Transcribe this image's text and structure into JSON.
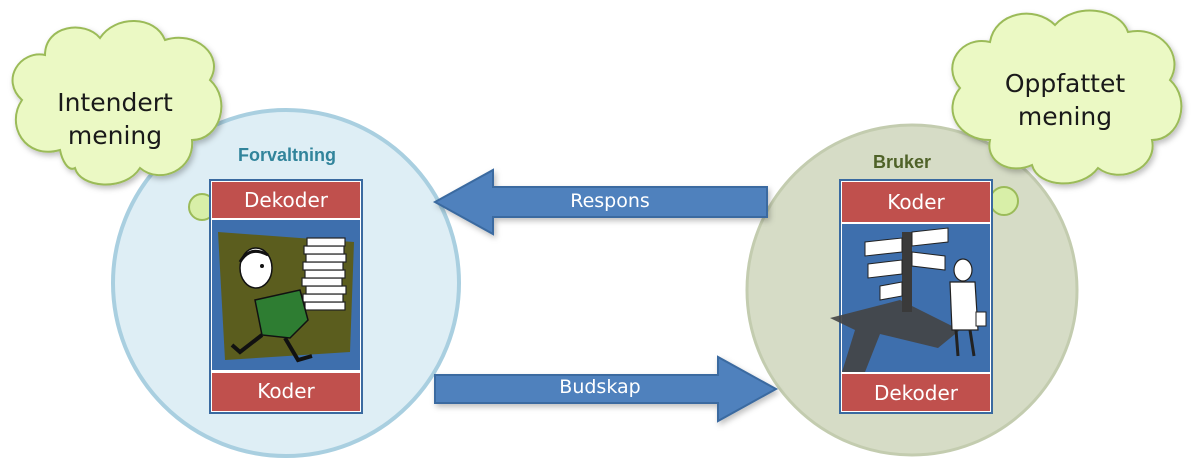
{
  "left_cloud": {
    "lines": [
      "Intendert",
      "mening"
    ]
  },
  "right_cloud": {
    "lines": [
      "Oppfattet",
      "mening"
    ]
  },
  "sender": {
    "title": "Forvaltning",
    "top_label": "Dekoder",
    "bottom_label": "Koder"
  },
  "receiver": {
    "title": "Bruker",
    "top_label": "Koder",
    "bottom_label": "Dekoder"
  },
  "arrows": {
    "response_label": "Respons",
    "message_label": "Budskap"
  },
  "colors": {
    "sender_circle": "#deeef5",
    "receiver_circle": "#d6dcc6",
    "code_box": "#c0504d",
    "arrow": "#4f81bd",
    "cloud": "#ebf9c4",
    "sender_title": "#31849b",
    "receiver_title": "#4f6228"
  }
}
